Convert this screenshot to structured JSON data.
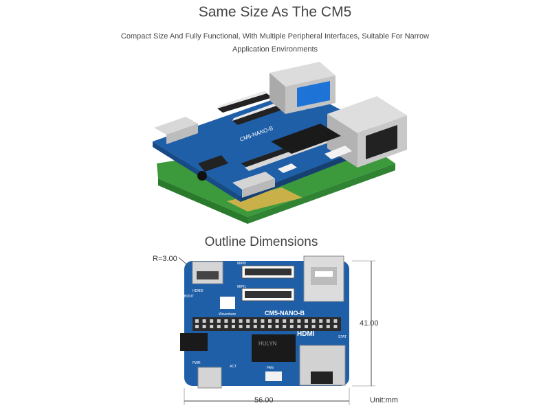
{
  "header": {
    "title": "Same Size As The CM5",
    "subtitle_line1": "Compact Size And Fully Functional, With Multiple Peripheral Interfaces, Suitable For Narrow",
    "subtitle_line2": "Application Environments"
  },
  "outline": {
    "title": "Outline Dimensions",
    "radius": "R=3.00",
    "height": "41.00",
    "width": "56.00",
    "unit": "Unit:mm"
  },
  "board": {
    "model": "CM5-NANO-B",
    "brand": "Waveshare",
    "hdmi_text": "HDMI",
    "chip_text": "HULYN",
    "silk": {
      "mipi0": "MIPI0",
      "mipi1": "MIPI1",
      "hdmi0": "HDMI0",
      "boot": "BOOT",
      "pwr": "PWR",
      "act": "ACT",
      "fan": "FAN",
      "stat": "STAT"
    }
  },
  "colors": {
    "pcb_blue": "#1f5fa8",
    "raspberry_green": "#3c9a3c",
    "usb_blue": "#1e73d6"
  }
}
